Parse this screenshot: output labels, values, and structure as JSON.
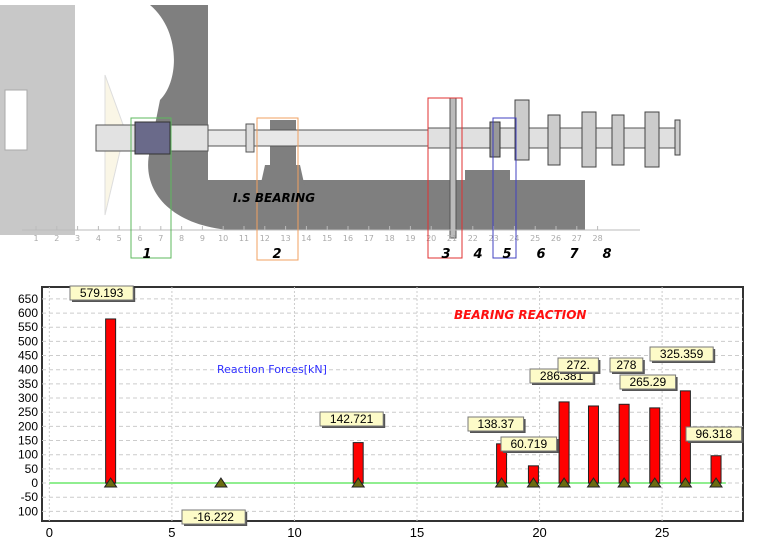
{
  "diagram": {
    "bearing_label": "I.S BEARING",
    "ruler_ticks": [
      "1",
      "2",
      "3",
      "4",
      "5",
      "6",
      "7",
      "8",
      "9",
      "10",
      "11",
      "12",
      "13",
      "14",
      "15",
      "16",
      "17",
      "18",
      "19",
      "20",
      "21",
      "22",
      "23",
      "24",
      "25",
      "26",
      "27",
      "28"
    ],
    "bearing_numbers": [
      "1",
      "2",
      "3",
      "4",
      "5",
      "6",
      "7",
      "8"
    ],
    "box_colors": {
      "1": "#5cb85c",
      "2": "#f0a060",
      "3": "#e03030",
      "5": "#4040c0"
    }
  },
  "chart_data": {
    "type": "bar",
    "title": "BEARING REACTION",
    "subtitle": "Reaction Forces[kN]",
    "xlabel": "",
    "ylabel": "",
    "xlim": [
      -0.3,
      28.3
    ],
    "ylim": [
      -134,
      692
    ],
    "x_ticks": [
      "0",
      "5",
      "10",
      "15",
      "20",
      "25"
    ],
    "y_ticks": [
      "650",
      "600",
      "550",
      "500",
      "450",
      "400",
      "350",
      "300",
      "250",
      "200",
      "150",
      "100",
      "50",
      "0",
      "-50",
      "100"
    ],
    "grid": true,
    "bar_color": "#ff0000",
    "zero_line_color": "#90ee90",
    "points": [
      {
        "x": 2.5,
        "value": 579.193,
        "label": "579.193"
      },
      {
        "x": 7.0,
        "value": -16.222,
        "label": "-16.222"
      },
      {
        "x": 12.6,
        "value": 142.721,
        "label": "142.721"
      },
      {
        "x": 18.45,
        "value": 138.37,
        "label": "138.37"
      },
      {
        "x": 19.75,
        "value": 60.719,
        "label": "60.719"
      },
      {
        "x": 21.0,
        "value": 286.381,
        "label": "286.381"
      },
      {
        "x": 22.2,
        "value": 272,
        "label": "272."
      },
      {
        "x": 23.45,
        "value": 278,
        "label": "278"
      },
      {
        "x": 24.7,
        "value": 265.29,
        "label": "265.29"
      },
      {
        "x": 25.95,
        "value": 325.359,
        "label": "325.359"
      },
      {
        "x": 27.2,
        "value": 96.318,
        "label": "96.318"
      }
    ]
  }
}
